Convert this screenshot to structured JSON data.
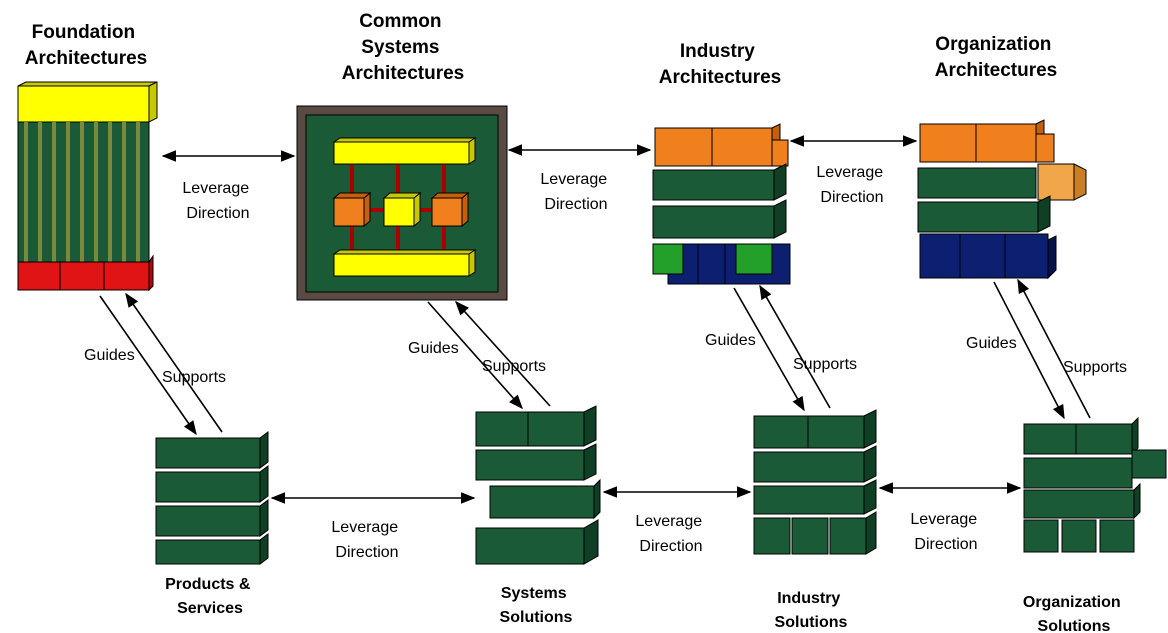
{
  "titles": {
    "foundation": [
      "Foundation",
      "Architectures"
    ],
    "common": [
      "Common",
      "Systems",
      "Architectures"
    ],
    "industry": [
      "Industry",
      "Architectures"
    ],
    "organization": [
      "Organization",
      "Architectures"
    ]
  },
  "bottom_titles": {
    "products": [
      "Products &",
      "Services"
    ],
    "systems": [
      "Systems",
      "Solutions"
    ],
    "industry": [
      "Industry",
      "Solutions"
    ],
    "organization": [
      "Organization",
      "Solutions"
    ]
  },
  "labels": {
    "leverage": "Leverage",
    "direction": "Direction",
    "guides": "Guides",
    "supports": "Supports"
  },
  "colors": {
    "green": "#1b5a36",
    "yellow": "#ffff00",
    "orange": "#f07f1e",
    "red": "#e01414",
    "navy": "#0c1f70",
    "frame_brown": "#5a4a44"
  }
}
